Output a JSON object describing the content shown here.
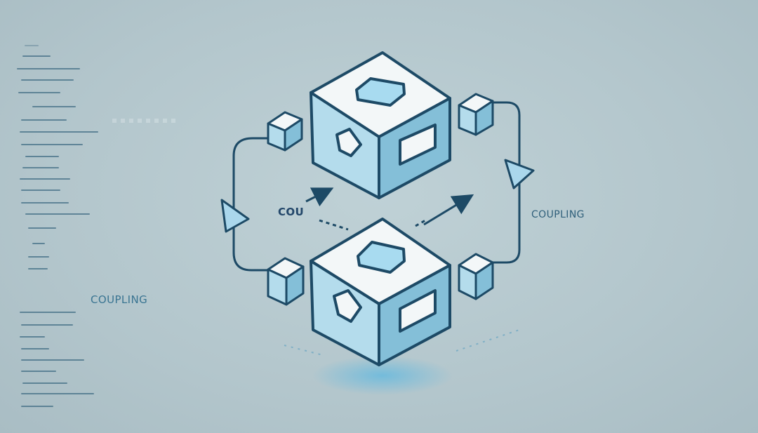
{
  "labels": {
    "middle": "COU",
    "right": "COUPLING",
    "left": "COUPLING"
  },
  "icons": [
    "cube-icon",
    "connector-block-icon",
    "arrow-icon"
  ],
  "colors": {
    "background": "#b6c9cf",
    "outline": "#1d4a66",
    "cube_top": "#f3f7f8",
    "cube_left": "#b4dcec",
    "cube_right": "#84bfd8",
    "accent": "#7cc2e0"
  }
}
